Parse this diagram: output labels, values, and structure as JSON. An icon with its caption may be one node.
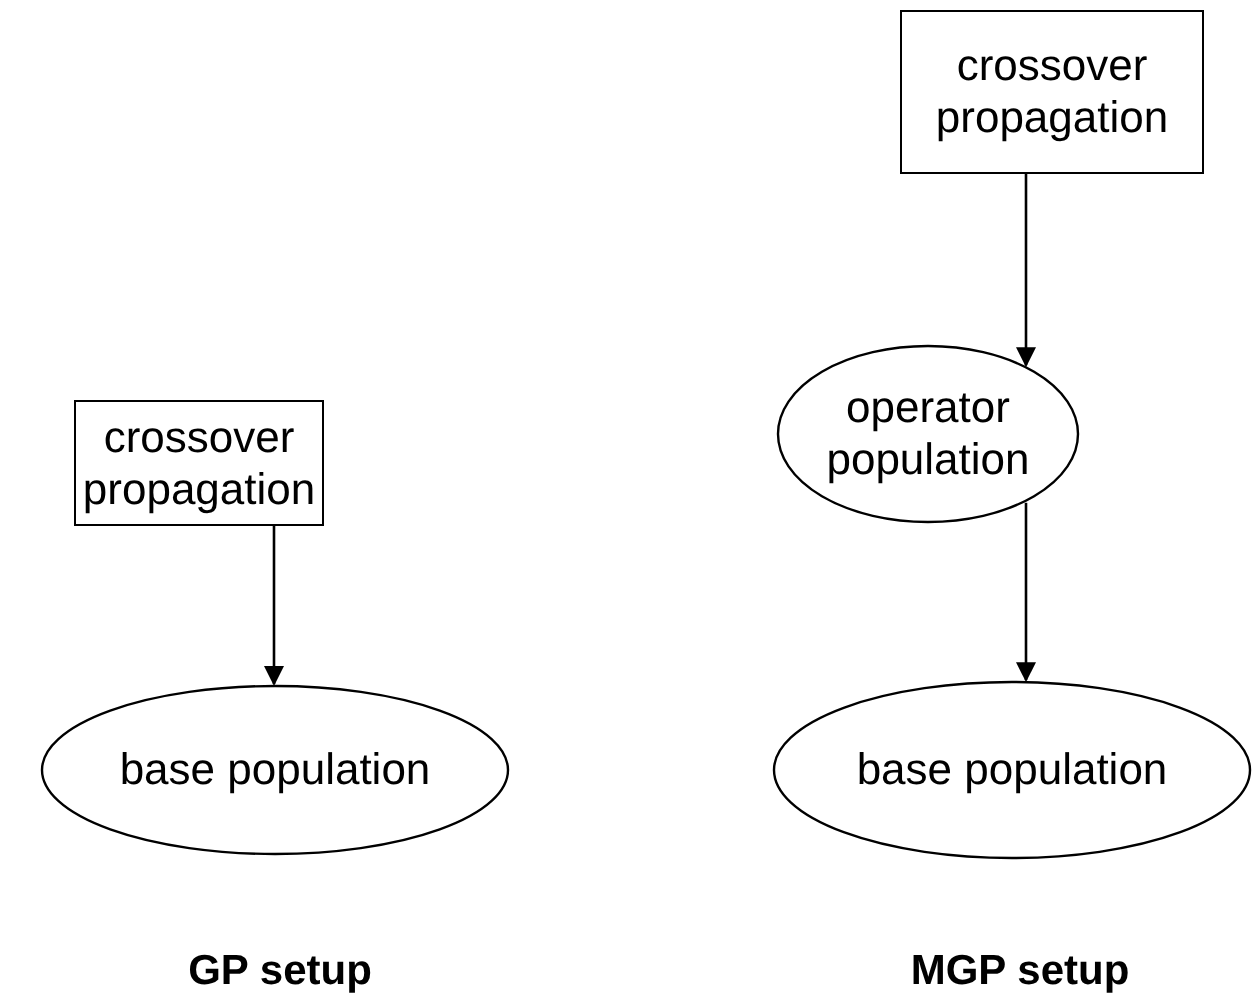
{
  "diagram": {
    "nodes": [
      {
        "text": [
          "crossover propagation"
        ]
      },
      {
        "text": [
          "base population"
        ]
      },
      {
        "text": [
          "crossover propagation"
        ]
      },
      {
        "text": [
          "operator population"
        ]
      },
      {
        "text": [
          "base population"
        ]
      }
    ],
    "edges": [
      {
        "from": 0,
        "to": 1,
        "arrow": "to"
      },
      {
        "from": 2,
        "to": 3,
        "arrow": "to"
      },
      {
        "from": 3,
        "to": 4,
        "arrow": "to"
      }
    ],
    "labels": [
      "GP setup",
      "MGP setup"
    ]
  }
}
